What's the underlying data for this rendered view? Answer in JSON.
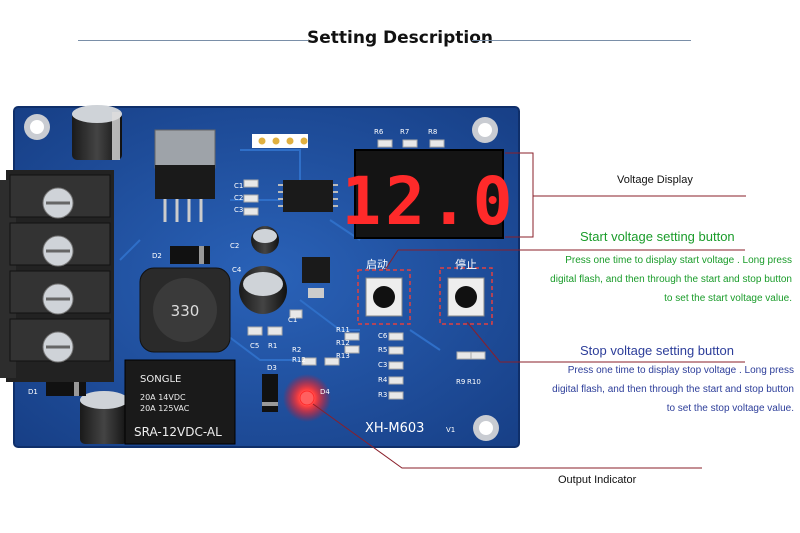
{
  "title": "Setting Description",
  "board": {
    "display_digits": "12.0",
    "model": "XH-M603",
    "version": "V1",
    "inductor_code": "330",
    "relay_brand": "SONGLE",
    "relay_rating_1": "20A 14VDC",
    "relay_rating_2": "20A 125VAC",
    "relay_model": "SRA-12VDC-AL",
    "start_cn": "启动",
    "stop_cn": "停止",
    "silk": {
      "R6": "R6",
      "R7": "R7",
      "R8": "R8",
      "C1": "C1",
      "C2": "C2",
      "C3": "C3",
      "C4": "C4",
      "C5": "C5",
      "C6": "C6",
      "D1": "D1",
      "D2": "D2",
      "D3": "D3",
      "D4": "D4",
      "R1": "R1",
      "R2": "R2",
      "R3": "R3",
      "R4": "R4",
      "R5": "R5",
      "R9": "R9",
      "R10": "R10",
      "R11": "R11",
      "R12": "R12",
      "R13": "R13"
    }
  },
  "annotations": {
    "voltage_display": "Voltage Display",
    "start_title": "Start voltage setting button",
    "start_desc": "Press one time to display start voltage . Long press digital flash, and then through the start and stop button to set the start voltage value.",
    "stop_title": "Stop voltage setting button",
    "stop_desc": "Press one time to display stop voltage . Long press digital flash, and then through the start and stop button to set the stop voltage value.",
    "output_indicator": "Output Indicator"
  },
  "colors": {
    "pcb": "#1f4f9e",
    "segment_on": "#ff2a2a",
    "start_text": "#1a9c2a",
    "stop_text": "#2d3e9a",
    "leader_line": "#8a1f2a"
  }
}
